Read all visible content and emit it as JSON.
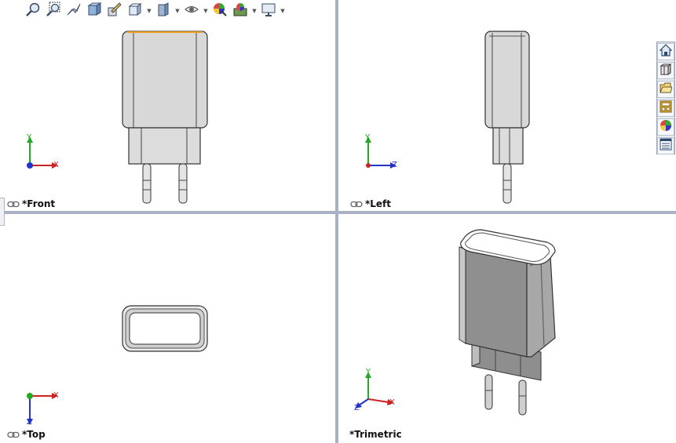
{
  "toolbar": {
    "items": [
      {
        "icon": "zoom-to-fit-icon"
      },
      {
        "icon": "zoom-to-area-icon"
      },
      {
        "icon": "previous-view-icon"
      },
      {
        "icon": "section-view-icon"
      },
      {
        "icon": "dynamic-annotation-icon"
      },
      {
        "icon": "view-orientation-icon"
      },
      {
        "icon": "display-style-icon"
      },
      {
        "icon": "hide-show-items-icon"
      },
      {
        "icon": "edit-appearance-icon"
      },
      {
        "icon": "apply-scene-icon"
      },
      {
        "icon": "view-settings-icon"
      }
    ]
  },
  "viewports": {
    "front": {
      "label": "*Front",
      "triad": {
        "up": "Y",
        "right": "X"
      }
    },
    "left": {
      "label": "*Left",
      "triad": {
        "up": "Y",
        "right": "Z"
      }
    },
    "top": {
      "label": "*Top",
      "triad": {
        "down": "Z",
        "right": "X"
      }
    },
    "trimetric": {
      "label": "*Trimetric",
      "triad": {
        "up": "Y",
        "right": "X",
        "left": "Z"
      }
    }
  },
  "taskpane": {
    "items": [
      {
        "icon": "home-icon"
      },
      {
        "icon": "design-library-icon"
      },
      {
        "icon": "file-explorer-icon"
      },
      {
        "icon": "view-palette-icon"
      },
      {
        "icon": "appearances-icon"
      },
      {
        "icon": "custom-properties-icon"
      }
    ]
  },
  "colors": {
    "divider": "#a9b2c4",
    "body_light": "#d6d6d6",
    "body_dark": "#8e8e8e",
    "axis_x": "#cc2222",
    "axis_y": "#22aa22",
    "axis_z": "#2233cc",
    "edge_highlight": "#f0a020"
  }
}
